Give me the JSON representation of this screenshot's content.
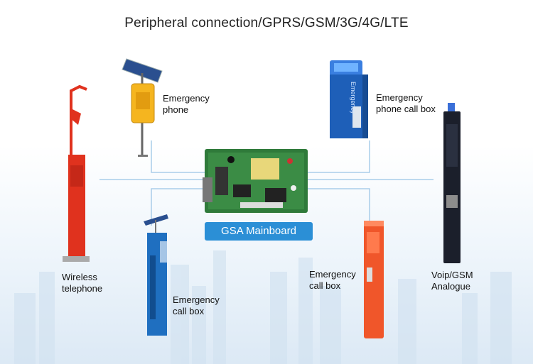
{
  "title": "Peripheral connection/GPRS/GSM/3G/4G/LTE",
  "mainboard": {
    "label": "GSA Mainboard"
  },
  "devices": {
    "emergency_phone": {
      "line1": "Emergency",
      "line2": "phone"
    },
    "emergency_phone_call_box": {
      "line1": "Emergency",
      "line2": "phone call box",
      "panel_text": "Emergency"
    },
    "voip_gsm": {
      "line1": "Voip/GSM",
      "line2": "Analogue"
    },
    "wireless_telephone": {
      "line1": "Wireless",
      "line2": "telephone"
    },
    "emergency_call_box_blue": {
      "line1": "Emergency",
      "line2": "call box"
    },
    "emergency_call_box_red": {
      "line1": "Emergency",
      "line2": "call box"
    }
  },
  "colors": {
    "connector": "#a9cdea",
    "badge": "#2b8fd6",
    "red_device": "#e0321e",
    "blue_device": "#1f6fc0",
    "orange_device": "#f0562a",
    "black_device": "#1b1f2b"
  }
}
